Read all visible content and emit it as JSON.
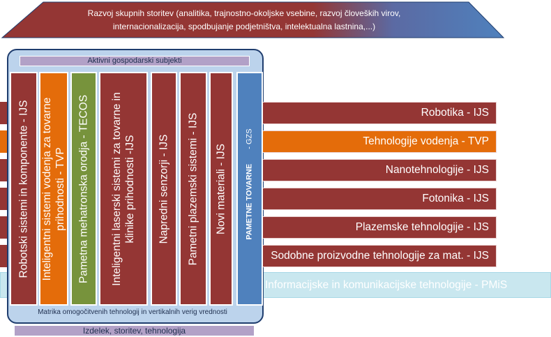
{
  "roof": {
    "line1": "Razvoj skupnih storitev (analitika,  trajnostno-okoljske vsebine, razvoj človeških virov,",
    "line2": "internacionalizacija, spodbujanje podjetništva,  intelektualna lastnina,...)"
  },
  "top_bar": "Aktivni gospodarski subjekti",
  "columns": [
    {
      "lines": [
        "Robotski sistemi in komponente - IJS"
      ]
    },
    {
      "lines": [
        "Inteligentni sistemi  vodenja za tovarne",
        "prihodnosti - TVP"
      ]
    },
    {
      "lines": [
        "Pametna mehatronska orodja - TECOS"
      ]
    },
    {
      "lines": [
        "Inteligentni laserski sistemi za tovarne in",
        "klinike prihodnosti -IJS"
      ]
    },
    {
      "lines": [
        "Napredni senzorji - IJS"
      ]
    },
    {
      "lines": [
        "Pametni plazemski sistemi - IJS"
      ]
    },
    {
      "lines": [
        "Novi materiali - IJS"
      ]
    }
  ],
  "pillar": {
    "label": "PAMETNE  TOVARNE",
    "small": "- GZS"
  },
  "rows": [
    "Robotika - IJS",
    "Tehnologije vodenja - TVP",
    "Nanotehnologije - IJS",
    "Fotonika - IJS",
    "Plazemske tehnologije - IJS",
    "Sodobne proizvodne tehnologije za mat. - IJS"
  ],
  "ict_row": "Informacijske in komunikacijske tehnologije - PMiS",
  "matrix_text": "Matrika omogočitvenih tehnologij in vertikalnih verig vrednosti",
  "bottom_bar": "Izdelek, storitev, tehnologija",
  "colors": {
    "red": "#943634",
    "orange": "#e46c0a",
    "green": "#77933c",
    "blue": "#4f81bd",
    "lavender": "#b2a1c7",
    "light_blue": "#bcd3ec",
    "ict": "#c9e7ef"
  }
}
